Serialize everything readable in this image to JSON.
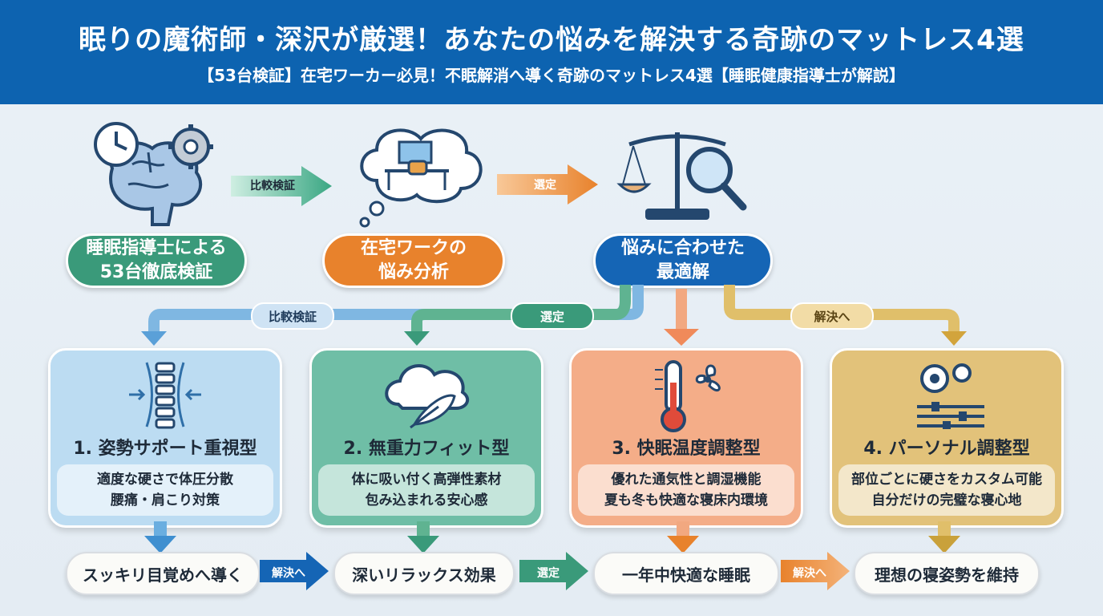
{
  "header": {
    "title": "眠りの魔術師・深沢が厳選！あなたの悩みを解決する奇跡のマットレス4選",
    "subtitle": "【53台検証】在宅ワーカー必見！不眠解消へ導く奇跡のマットレス4選【睡眠健康指導士が解説】"
  },
  "flow": {
    "steps": [
      {
        "label": "睡眠指導士による\n53台徹底検証",
        "icon": "brain-clock-gear-icon",
        "color": "#3a9a7a"
      },
      {
        "label": "在宅ワークの\n悩み分析",
        "icon": "home-office-thought-icon",
        "color": "#e8822c"
      },
      {
        "label": "悩みに合わせた\n最適解",
        "icon": "scale-magnifier-icon",
        "color": "#1565b5"
      }
    ],
    "connectors": [
      "比較検証",
      "選定"
    ]
  },
  "branch_tags": [
    "比較検証",
    "選定",
    "解決へ"
  ],
  "cards": [
    {
      "title": "1. 姿勢サポート重視型",
      "desc1": "適度な硬さで体圧分散",
      "desc2": "腰痛・肩こり対策",
      "icon": "spine-icon",
      "result": "スッキリ目覚めへ導く"
    },
    {
      "title": "2. 無重力フィット型",
      "desc1": "体に吸い付く高弾性素材",
      "desc2": "包み込まれる安心感",
      "icon": "cloud-feather-icon",
      "result": "深いリラックス効果"
    },
    {
      "title": "3. 快眠温度調整型",
      "desc1": "優れた通気性と調湿機能",
      "desc2": "夏も冬も快適な寝床内環境",
      "icon": "thermometer-fan-icon",
      "result": "一年中快適な睡眠"
    },
    {
      "title": "4. パーソナル調整型",
      "desc1": "部位ごとに硬さをカスタム可能",
      "desc2": "自分だけの完璧な寝心地",
      "icon": "gears-sliders-icon",
      "result": "理想の寝姿勢を維持"
    }
  ],
  "bottom_connectors": [
    "解決へ",
    "選定",
    "解決へ"
  ],
  "colors": {
    "header": "#0d63b0",
    "card1": "#bcdcf2",
    "card2": "#6fbea6",
    "card3": "#f4ad88",
    "card4": "#e2c27a",
    "blue": "#3f8fd0",
    "green": "#3a9a7a",
    "orange": "#e8822c",
    "gold": "#c9a13b"
  }
}
